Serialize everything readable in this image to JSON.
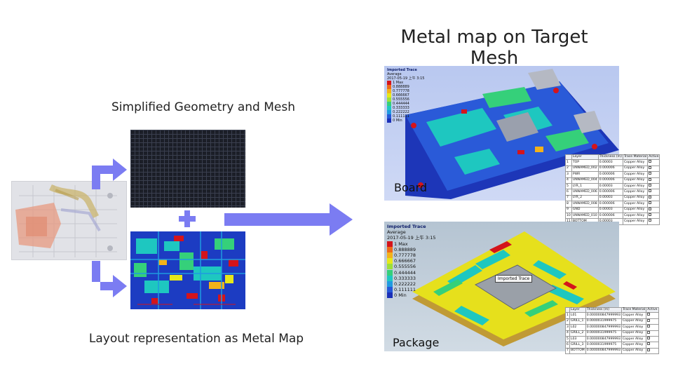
{
  "titles": {
    "target": "Metal map on Target Mesh",
    "simplified": "Simplified Geometry and Mesh",
    "layout": "Layout representation as Metal Map"
  },
  "board": {
    "label": "Board",
    "legend_title": "Imported Trace",
    "legend_sub": "Average",
    "legend_date": "2017-05-19 上午 3:15",
    "legend_values": [
      "1 Max",
      "0.888889",
      "0.777778",
      "0.666667",
      "0.555556",
      "0.444444",
      "0.333333",
      "0.222222",
      "0.111111",
      "0 Min"
    ],
    "table_headers": [
      "",
      "Layer",
      "Thickness (m)",
      "Trace Material",
      "Active"
    ],
    "table_rows": [
      [
        "1",
        "TOP",
        "0.00003",
        "Copper Alloy"
      ],
      [
        "2",
        "UNNAMED_002",
        "0.000006",
        "Copper Alloy"
      ],
      [
        "3",
        "PWR",
        "0.000006",
        "Copper Alloy"
      ],
      [
        "4",
        "UNNAMED_004",
        "0.000006",
        "Copper Alloy"
      ],
      [
        "5",
        "LYR_1",
        "0.00003",
        "Copper Alloy"
      ],
      [
        "6",
        "UNNAMED_006",
        "0.000006",
        "Copper Alloy"
      ],
      [
        "7",
        "LYR_2",
        "0.00003",
        "Copper Alloy"
      ],
      [
        "8",
        "UNNAMED_008",
        "0.000006",
        "Copper Alloy"
      ],
      [
        "9",
        "GND",
        "0.00003",
        "Copper Alloy"
      ],
      [
        "10",
        "UNNAMED_010",
        "0.000006",
        "Copper Alloy"
      ],
      [
        "11",
        "BOTTOM",
        "0.00003",
        "Copper Alloy"
      ]
    ]
  },
  "package": {
    "label": "Package",
    "legend_title": "Imported Trace",
    "legend_sub": "Average",
    "legend_date": "2017-05-19 上午 3:15",
    "legend_values": [
      "1 Max",
      "0.888889",
      "0.777778",
      "0.666667",
      "0.555556",
      "0.444444",
      "0.333333",
      "0.222222",
      "0.111111",
      "0 Min"
    ],
    "tooltip": "Imported Trace",
    "table_headers": [
      "",
      "Layer",
      "Thickness (m)",
      "Trace Material",
      "Active"
    ],
    "table_rows": [
      [
        "1",
        "L01",
        "0.000000847999993",
        "Copper Alloy"
      ],
      [
        "2",
        "GRILL_1",
        "0.0000031999975",
        "Copper Alloy"
      ],
      [
        "3",
        "L02",
        "0.000000847999993",
        "Copper Alloy"
      ],
      [
        "4",
        "GRILL_2",
        "0.0000031999975",
        "Copper Alloy"
      ],
      [
        "5",
        "L03",
        "0.000000847999993",
        "Copper Alloy"
      ],
      [
        "6",
        "GRILL_3",
        "0.0000031999975",
        "Copper Alloy"
      ],
      [
        "7",
        "BOTTOM",
        "0.000000847999993",
        "Copper Alloy"
      ]
    ]
  },
  "colors": {
    "arrow": "#7b7cf2",
    "scale": [
      "#d4141b",
      "#ee6a18",
      "#f3b21a",
      "#e6e81a",
      "#9de03a",
      "#35d07a",
      "#1ec7c0",
      "#1f9ae0",
      "#2458d8",
      "#1a2fb8"
    ]
  }
}
